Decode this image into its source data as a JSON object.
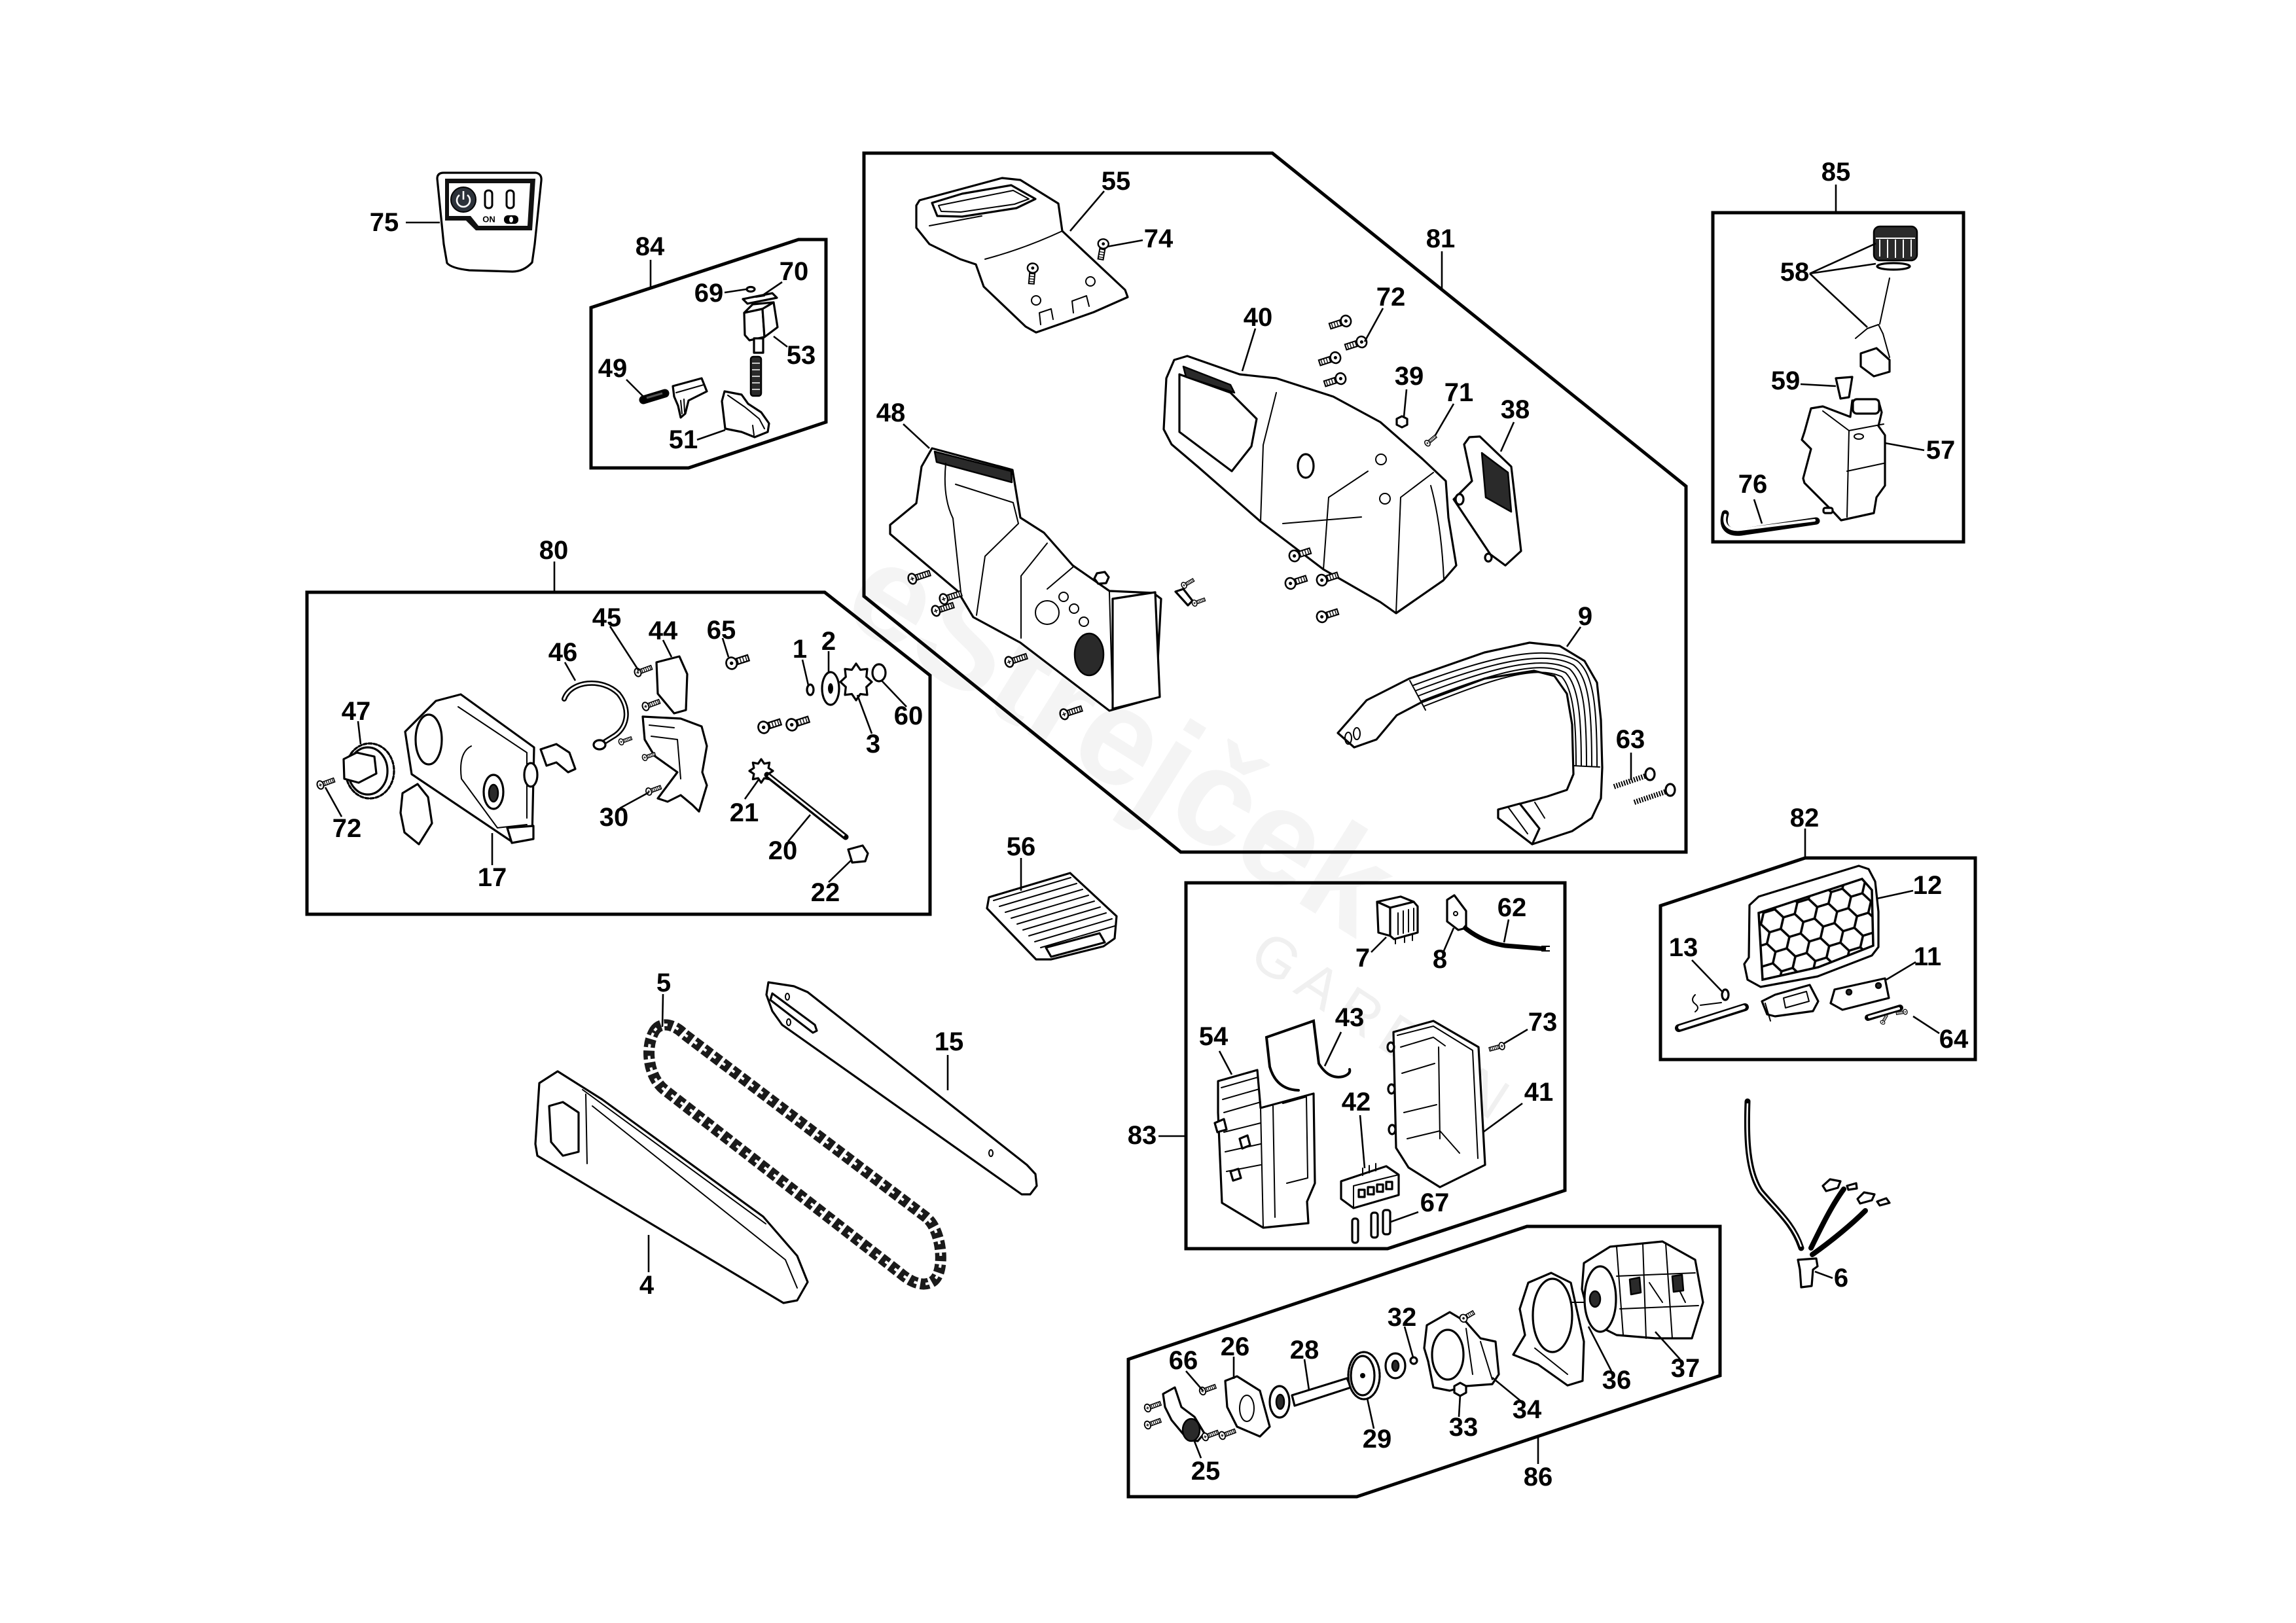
{
  "watermark": {
    "brand": "eStrejček",
    "tagline": "GARDEN"
  },
  "sticker": {
    "on_label": "ON"
  },
  "groups": {
    "g80": {
      "label": "80",
      "parts": [
        "1",
        "2",
        "3",
        "17",
        "20",
        "21",
        "22",
        "30",
        "44",
        "45",
        "46",
        "47",
        "60",
        "65",
        "72"
      ]
    },
    "g81": {
      "label": "81",
      "parts": [
        "9",
        "38",
        "39",
        "40",
        "48",
        "55",
        "63",
        "71",
        "72",
        "74"
      ]
    },
    "g82": {
      "label": "82",
      "parts": [
        "11",
        "12",
        "13",
        "64"
      ]
    },
    "g83": {
      "label": "83",
      "parts": [
        "7",
        "8",
        "41",
        "42",
        "43",
        "54",
        "62",
        "67",
        "73"
      ]
    },
    "g84": {
      "label": "84",
      "parts": [
        "49",
        "51",
        "53",
        "69",
        "70"
      ]
    },
    "g85": {
      "label": "85",
      "parts": [
        "57",
        "58",
        "59",
        "76"
      ]
    },
    "g86": {
      "label": "86",
      "parts": [
        "25",
        "26",
        "28",
        "29",
        "32",
        "33",
        "34",
        "36",
        "37",
        "66"
      ]
    }
  },
  "loose_parts": [
    "4",
    "5",
    "6",
    "15",
    "56",
    "75"
  ],
  "callouts": {
    "c1": "1",
    "c2": "2",
    "c3": "3",
    "c4": "4",
    "c5": "5",
    "c6": "6",
    "c7": "7",
    "c8": "8",
    "c9": "9",
    "c11": "11",
    "c12": "12",
    "c13": "13",
    "c15": "15",
    "c17": "17",
    "c20": "20",
    "c21": "21",
    "c22": "22",
    "c25": "25",
    "c26": "26",
    "c28": "28",
    "c29": "29",
    "c30": "30",
    "c32": "32",
    "c33": "33",
    "c34": "34",
    "c36": "36",
    "c37": "37",
    "c38": "38",
    "c39": "39",
    "c40": "40",
    "c41": "41",
    "c42": "42",
    "c43": "43",
    "c44": "44",
    "c45": "45",
    "c46": "46",
    "c47": "47",
    "c48": "48",
    "c49": "49",
    "c51": "51",
    "c53": "53",
    "c54": "54",
    "c55": "55",
    "c56": "56",
    "c57": "57",
    "c58": "58",
    "c59": "59",
    "c60": "60",
    "c62": "62",
    "c63": "63",
    "c64": "64",
    "c65": "65",
    "c66": "66",
    "c67": "67",
    "c69": "69",
    "c70": "70",
    "c71": "71",
    "c72_cover": "72",
    "c72_housing": "72",
    "c73": "73",
    "c74": "74",
    "c75": "75",
    "c76": "76"
  }
}
